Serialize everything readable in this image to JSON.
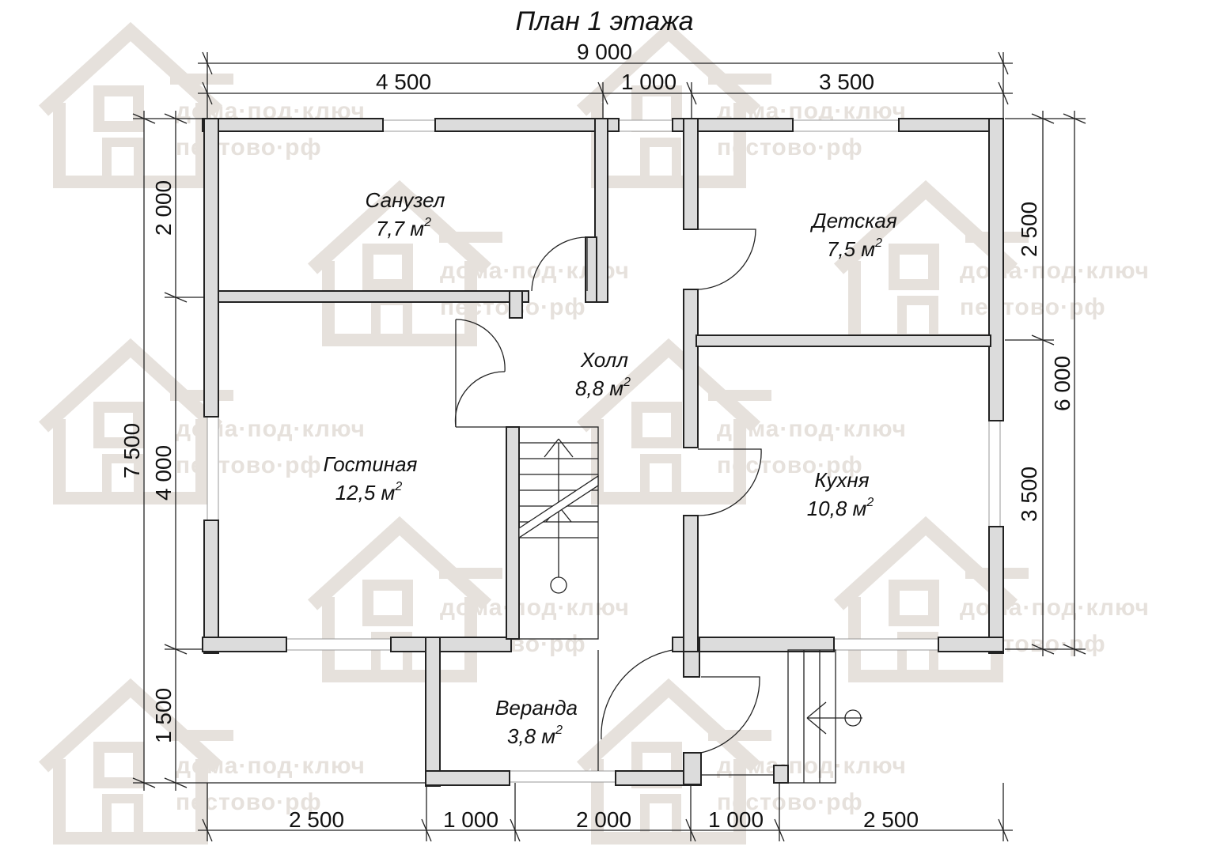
{
  "title": "План 1 этажа",
  "watermark": {
    "line1": "дома·под·ключ",
    "line2": "пестово·рф",
    "color": "#e6e1dc",
    "icon": "house-logo-icon"
  },
  "dimensions": {
    "top_total": "9 000",
    "top_segments": [
      "4 500",
      "1 000",
      "3 500"
    ],
    "bottom_segments": [
      "2 500",
      "1 000",
      "2 000",
      "1 000",
      "2 500"
    ],
    "left_total": "7 500",
    "left_segments": [
      "2 000",
      "4 000",
      "1 500"
    ],
    "right_total": "6 000",
    "right_segments": [
      "2 500",
      "3 500"
    ]
  },
  "rooms": {
    "sanuzel": {
      "name": "Санузел",
      "area": "7,7 м",
      "unit_sup": "2"
    },
    "detskaya": {
      "name": "Детская",
      "area": "7,5 м",
      "unit_sup": "2"
    },
    "holl": {
      "name": "Холл",
      "area": "8,8 м",
      "unit_sup": "2"
    },
    "gostinaya": {
      "name": "Гостиная",
      "area": "12,5 м",
      "unit_sup": "2"
    },
    "kuhnya": {
      "name": "Кухня",
      "area": "10,8 м",
      "unit_sup": "2"
    },
    "veranda": {
      "name": "Веранда",
      "area": "3,8 м",
      "unit_sup": "2"
    }
  }
}
